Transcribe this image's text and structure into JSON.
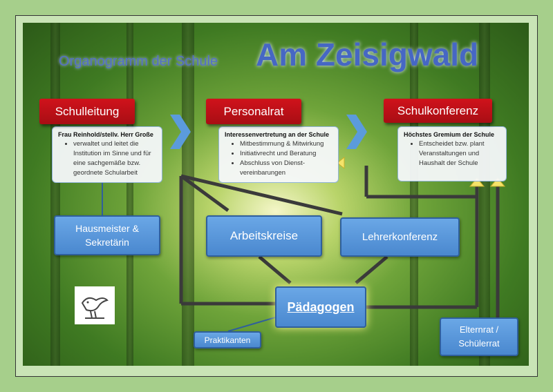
{
  "title": {
    "prefix": "Organogramm der Schule",
    "name": "Am Zeisigwald"
  },
  "schulleitung": {
    "label": "Schulleitung",
    "heading": "Frau Reinhold/stellv. Herr Große",
    "bullets": [
      "verwaltet und leitet die Institution im Sinne und für eine sachgemäße bzw. geordnete Schularbeit"
    ]
  },
  "personalrat": {
    "label": "Personalrat",
    "heading": "Interessenvertretung an der Schule",
    "bullets": [
      "Mitbestimmung & Mitwirkung",
      "Initiativrecht und Beratung",
      "Abschluss von Dienst-vereinbarungen"
    ]
  },
  "schulkonferenz": {
    "label": "Schulkonferenz",
    "heading": "Höchstes Gremium der Schule",
    "bullets": [
      "Entscheidet bzw. plant Veranstaltungen und Haushalt der Schule"
    ]
  },
  "nodes": {
    "hausmeister": "Hausmeister & Sekretärin",
    "arbeitskreise": "Arbeitskreise",
    "lehrerkonferenz": "Lehrerkonferenz",
    "paedagogen": "Pädagogen",
    "praktikanten": "Praktikanten",
    "elternrat": "Elternrat / Schülerrat"
  },
  "colors": {
    "red": "#c0101a",
    "blue": "#5b9bdc",
    "frame": "#a6cf8b"
  }
}
